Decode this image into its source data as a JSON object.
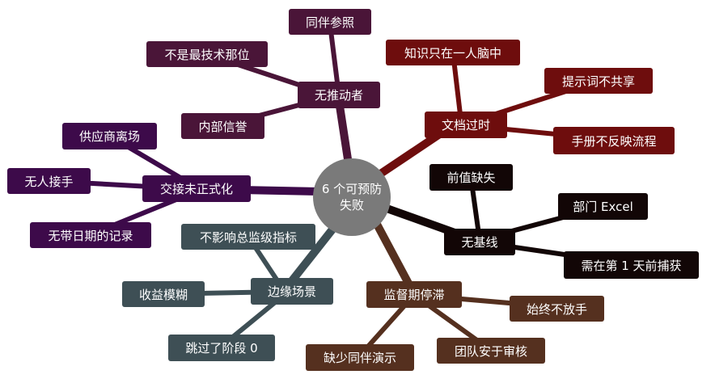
{
  "center": {
    "line1": "6 个可预防",
    "line2": "失败"
  },
  "colors": {
    "purple": "#4a1538",
    "red": "#6e0d0d",
    "black": "#120606",
    "violet": "#3d0a4a",
    "slate": "#3e4f55",
    "brown": "#55301f",
    "center": "#7a7a7a"
  },
  "branches": {
    "no_driver": {
      "label": "无推动者",
      "leaves": [
        "同伴参照",
        "不是最技术那位",
        "内部信誉"
      ]
    },
    "docs_outdated": {
      "label": "文档过时",
      "leaves": [
        "知识只在一人脑中",
        "提示词不共享",
        "手册不反映流程"
      ]
    },
    "no_baseline": {
      "label": "无基线",
      "leaves": [
        "前值缺失",
        "部门 Excel",
        "需在第 1 天前捕获"
      ]
    },
    "handover_informal": {
      "label": "交接未正式化",
      "leaves": [
        "供应商离场",
        "无人接手",
        "无带日期的记录"
      ]
    },
    "edge_cases": {
      "label": "边缘场景",
      "leaves": [
        "不影响总监级指标",
        "收益模糊",
        "跳过了阶段 0"
      ]
    },
    "oversight_stall": {
      "label": "监督期停滞",
      "leaves": [
        "始终不放手",
        "团队安于审核",
        "缺少同伴演示"
      ]
    }
  }
}
